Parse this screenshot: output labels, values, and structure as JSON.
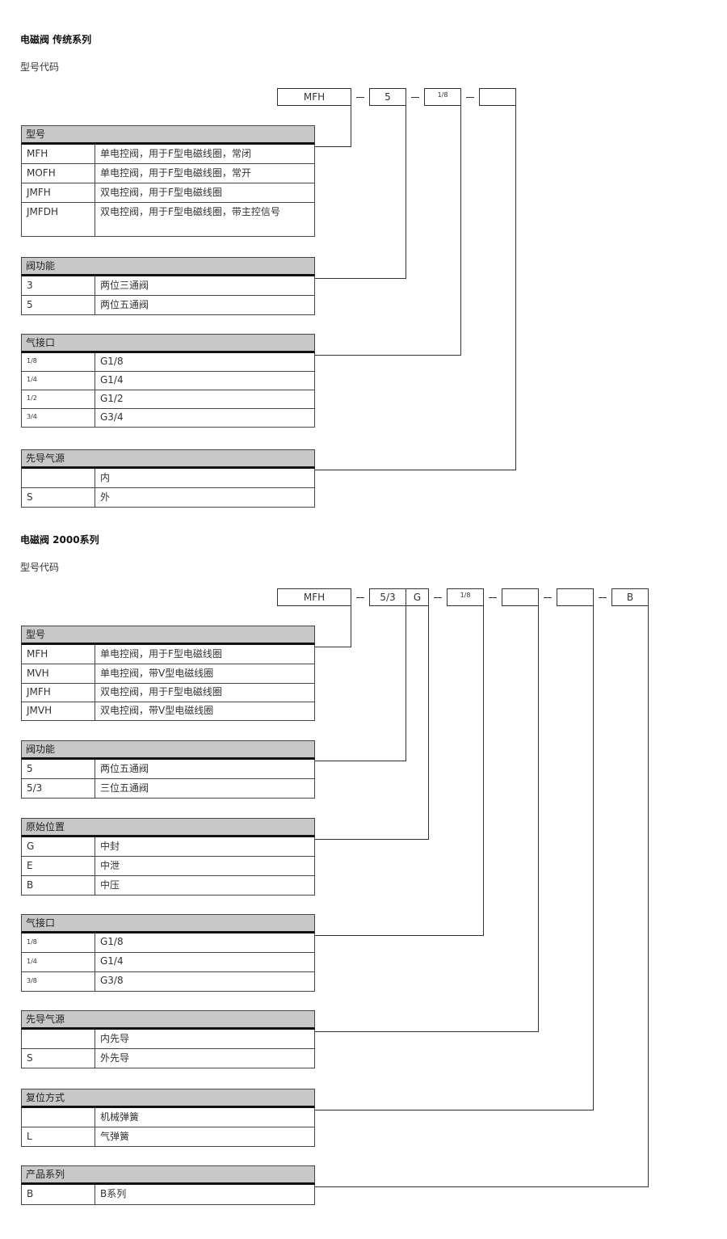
{
  "sections": [
    {
      "title": "电磁阀 传统系列",
      "subtitle": "型号代码",
      "code_boxes": [
        "MFH",
        "5",
        "1/8",
        ""
      ],
      "tables": [
        {
          "header": "型号",
          "rows": [
            {
              "code": "MFH",
              "desc": "单电控阀，用于F型电磁线圈，常闭"
            },
            {
              "code": "MOFH",
              "desc": "单电控阀，用于F型电磁线圈，常开"
            },
            {
              "code": "JMFH",
              "desc": "双电控阀，用于F型电磁线圈"
            },
            {
              "code": "JMFDH",
              "desc": "双电控阀，用于F型电磁线圈，带主控信号"
            }
          ]
        },
        {
          "header": "阀功能",
          "rows": [
            {
              "code": "3",
              "desc": "两位三通阀"
            },
            {
              "code": "5",
              "desc": "两位五通阀"
            }
          ]
        },
        {
          "header": "气接口",
          "rows": [
            {
              "code": "1/8",
              "desc": "G1/8"
            },
            {
              "code": "1/4",
              "desc": "G1/4"
            },
            {
              "code": "1/2",
              "desc": "G1/2"
            },
            {
              "code": "3/4",
              "desc": "G3/4"
            }
          ]
        },
        {
          "header": "先导气源",
          "rows": [
            {
              "code": "",
              "desc": "内"
            },
            {
              "code": "S",
              "desc": "外"
            }
          ]
        }
      ]
    },
    {
      "title": "电磁阀 2000系列",
      "subtitle": "型号代码",
      "code_boxes": [
        "MFH",
        "5/3",
        "G",
        "1/8",
        "",
        "",
        "B"
      ],
      "tables": [
        {
          "header": "型号",
          "rows": [
            {
              "code": "MFH",
              "desc": "单电控阀，用于F型电磁线圈"
            },
            {
              "code": "MVH",
              "desc": "单电控阀，带V型电磁线圈"
            },
            {
              "code": "JMFH",
              "desc": "双电控阀，用于F型电磁线圈"
            },
            {
              "code": "JMVH",
              "desc": "双电控阀，带V型电磁线圈"
            }
          ]
        },
        {
          "header": "阀功能",
          "rows": [
            {
              "code": "5",
              "desc": "两位五通阀"
            },
            {
              "code": "5/3",
              "desc": "三位五通阀"
            }
          ]
        },
        {
          "header": "原始位置",
          "rows": [
            {
              "code": "G",
              "desc": "中封"
            },
            {
              "code": "E",
              "desc": "中泄"
            },
            {
              "code": "B",
              "desc": "中压"
            }
          ]
        },
        {
          "header": "气接口",
          "rows": [
            {
              "code": "1/8",
              "desc": "G1/8"
            },
            {
              "code": "1/4",
              "desc": "G1/4"
            },
            {
              "code": "3/8",
              "desc": "G3/8"
            }
          ]
        },
        {
          "header": "先导气源",
          "rows": [
            {
              "code": "",
              "desc": "内先导"
            },
            {
              "code": "S",
              "desc": "外先导"
            }
          ]
        },
        {
          "header": "复位方式",
          "rows": [
            {
              "code": "",
              "desc": "机械弹簧"
            },
            {
              "code": "L",
              "desc": "气弹簧"
            }
          ]
        },
        {
          "header": "产品系列",
          "rows": [
            {
              "code": "B",
              "desc": "B系列"
            }
          ]
        }
      ]
    }
  ]
}
